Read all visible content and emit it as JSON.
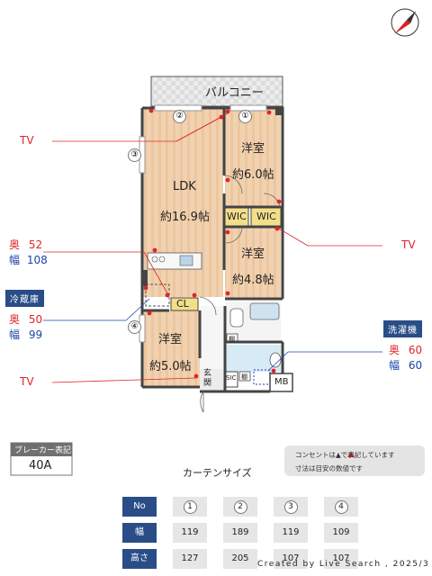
{
  "balcony_label": "バルコニー",
  "rooms": {
    "ldk_name": "LDK",
    "ldk_size": "約16.9帖",
    "bed1_name": "洋室",
    "bed1_size": "約6.0帖",
    "bed2_name": "洋室",
    "bed2_size": "約4.8帖",
    "bed3_name": "洋室",
    "bed3_size": "約5.0帖",
    "wic1": "WIC",
    "wic2": "WIC",
    "cl": "CL",
    "entrance": "玄関",
    "sic": "SIC",
    "mb": "MB",
    "storage1": "棚",
    "storage2": "棚"
  },
  "window_numbers": [
    "①",
    "②",
    "③",
    "④"
  ],
  "tv_labels": [
    "TV",
    "TV",
    "TV"
  ],
  "fridge": {
    "label": "冷蔵庫",
    "depth_label": "奥",
    "depth": "50",
    "width_label": "幅",
    "width": "99"
  },
  "ldk_niche": {
    "depth_label": "奥",
    "depth": "52",
    "width_label": "幅",
    "width": "108"
  },
  "washer": {
    "label": "洗濯機",
    "depth_label": "奥",
    "depth": "60",
    "width_label": "幅",
    "width": "60"
  },
  "breaker": {
    "title": "ブレーカー表記",
    "value": "40A"
  },
  "note": {
    "line1": "コンセントは▲で表記しています",
    "line2": "寸法は目安の数値です"
  },
  "curtain": {
    "title": "カーテンサイズ",
    "header_label": "No",
    "numbers": [
      "1",
      "2",
      "3",
      "4"
    ],
    "width_label": "幅",
    "widths": [
      "119",
      "189",
      "119",
      "109"
    ],
    "height_label": "高さ",
    "heights": [
      "127",
      "205",
      "107",
      "107"
    ]
  },
  "credit": "Created by Live Search , 2025/3",
  "colors": {
    "floor": "#f1d2b0",
    "wall": "#444444",
    "accent_red": "#e0242a",
    "accent_blue": "#1b45a8",
    "navy": "#2a4d87",
    "wic_fill": "#f3df8a"
  }
}
